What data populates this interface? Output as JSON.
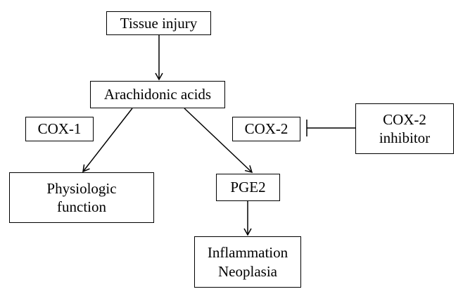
{
  "nodes": {
    "tissue_injury": {
      "label": "Tissue injury"
    },
    "arachidonic_acids": {
      "label": "Arachidonic acids"
    },
    "cox1": {
      "label": "COX-1"
    },
    "cox2": {
      "label": "COX-2"
    },
    "cox2_inhibitor": {
      "line1": "COX-2",
      "line2": "inhibitor"
    },
    "physiologic_function": {
      "line1": "Physiologic",
      "line2": "function"
    },
    "pge2": {
      "label": "PGE2"
    },
    "inflammation_neoplasia": {
      "line1": "Inflammation",
      "line2": "Neoplasia"
    }
  },
  "edges": [
    {
      "from": "tissue_injury",
      "to": "arachidonic_acids",
      "type": "arrow"
    },
    {
      "from": "arachidonic_acids",
      "to": "physiologic_function",
      "type": "arrow"
    },
    {
      "from": "arachidonic_acids",
      "to": "pge2",
      "type": "arrow"
    },
    {
      "from": "pge2",
      "to": "inflammation_neoplasia",
      "type": "arrow"
    },
    {
      "from": "cox2_inhibitor",
      "to": "cox2",
      "type": "inhibition"
    }
  ],
  "colors": {
    "stroke": "#000000",
    "background": "#ffffff"
  }
}
